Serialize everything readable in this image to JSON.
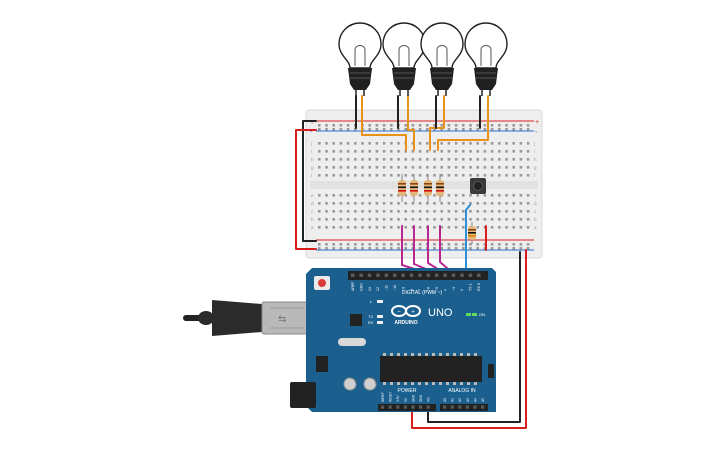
{
  "canvas": {
    "background": "#ffffff"
  },
  "colors": {
    "breadboard": "#eeeeee",
    "breadboard_edge": "#d8d8d8",
    "hole": "#9a9a9a",
    "rail_red": "#d92020",
    "rail_blue": "#2a6fd1",
    "wire_orange": "#e8921a",
    "wire_black": "#222222",
    "wire_red": "#d61e1e",
    "wire_magenta": "#b8268f",
    "wire_blue": "#2f8fd6",
    "arduino": "#1b5f8f",
    "arduino_dark": "#134769",
    "header": "#222222",
    "usb_metal": "#b9b9b9",
    "usb_plug": "#2b2b2b",
    "bulb_glass": "#ffffff",
    "bulb_base": "#202020",
    "resistor_body": "#e3b77a"
  },
  "icons": {
    "bulb": "bulb-icon",
    "arduino_logo": "infinity-logo-icon",
    "resistor": "resistor-icon",
    "pushbutton": "pushbutton-icon",
    "usb": "usb-cable-icon"
  },
  "arduino": {
    "brand": "ARDUINO",
    "model": "UNO",
    "digital_label": "DIGITAL (PWM ~)",
    "power_label": "POWER",
    "analog_label": "ANALOG IN",
    "on_label": "ON",
    "digital_pins": [
      "AREF",
      "GND",
      "13",
      "12",
      "~11",
      "~10",
      "~9",
      "8",
      "7",
      "~6",
      "~5",
      "4",
      "~3",
      "2",
      "TX 1",
      "RX 0"
    ],
    "power_pins": [
      "IOREF",
      "RESET",
      "3.3V",
      "5V",
      "GND",
      "GND",
      "Vin"
    ],
    "analog_pins": [
      "A0",
      "A1",
      "A2",
      "A3",
      "A4",
      "A5"
    ],
    "led_labels": [
      "L",
      "TX",
      "RX"
    ]
  },
  "breadboard": {
    "rail_plus": "+",
    "rail_minus": "-",
    "row_letters_top": [
      "j",
      "i",
      "h",
      "g",
      "f"
    ],
    "row_letters_bottom": [
      "e",
      "d",
      "c",
      "b",
      "a"
    ]
  }
}
